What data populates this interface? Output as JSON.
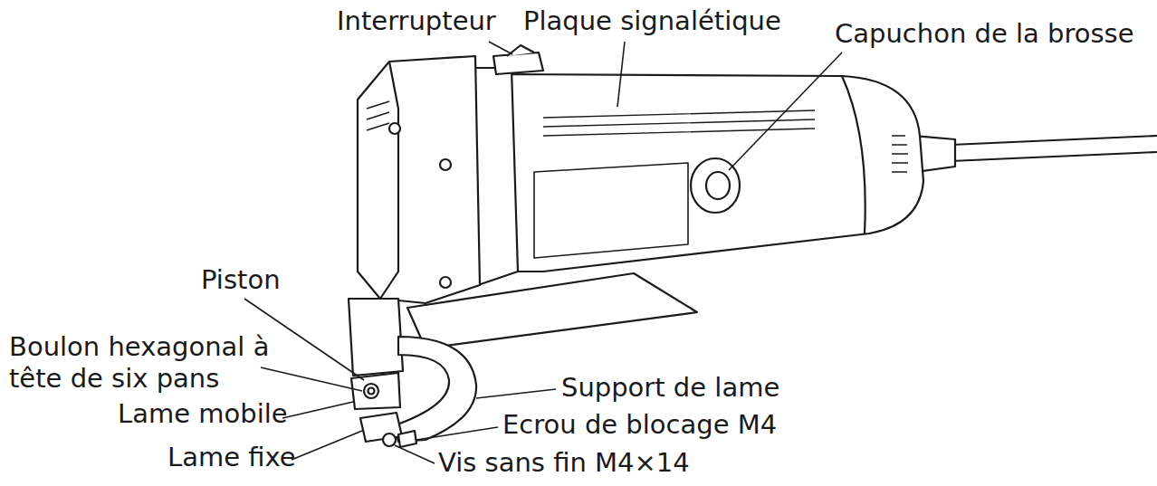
{
  "diagram": {
    "labels": [
      "Interrupteur",
      "Plaque signalétique",
      "Capuchon de la brosse",
      "Piston",
      "Boulon hexagonal à tête de six pans",
      "Lame mobile",
      "Lame fixe",
      "Support de lame",
      "Ecrou de blocage M4",
      "Vis sans fin M4×14"
    ]
  }
}
